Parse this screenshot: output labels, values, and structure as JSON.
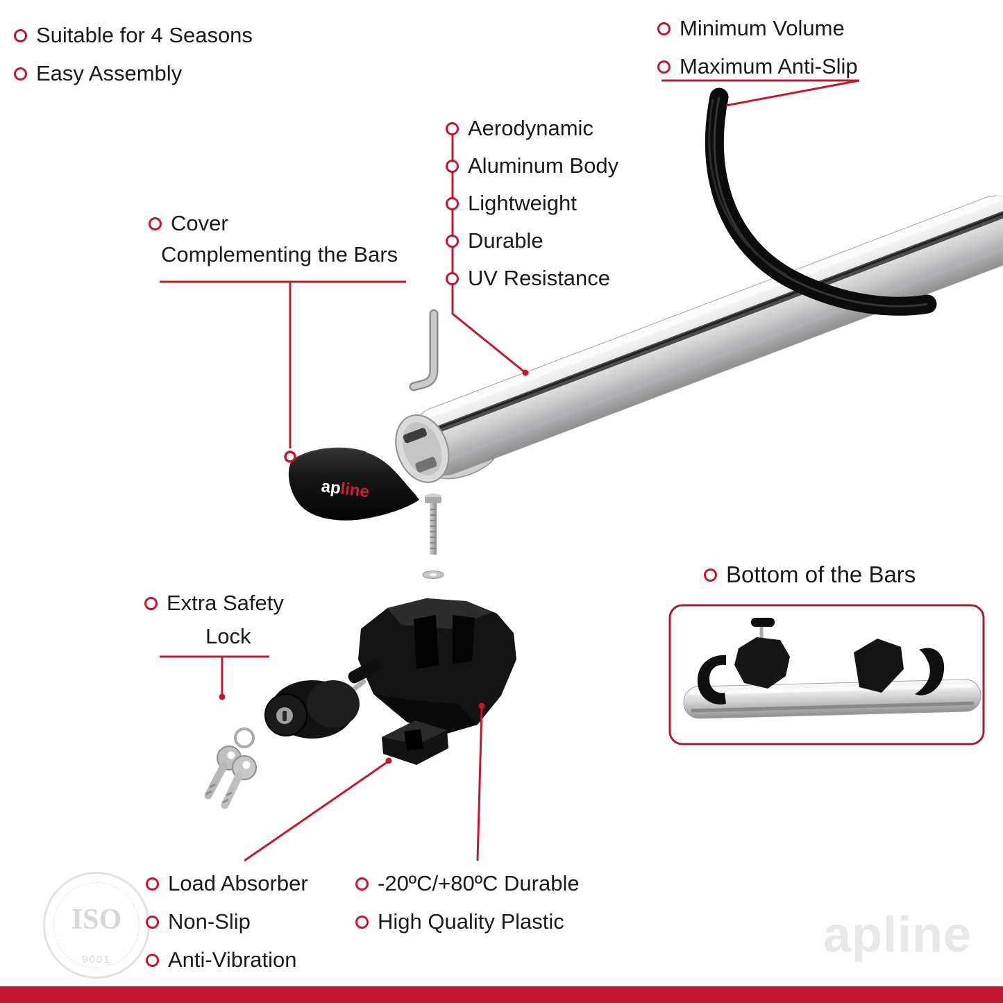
{
  "meta": {
    "accent": "#c3172f",
    "dark_red": "#a51e2d"
  },
  "topLeft": {
    "items": [
      "Suitable for 4 Seasons",
      "Easy Assembly"
    ]
  },
  "topRight": {
    "items": [
      "Minimum Volume",
      "Maximum Anti-Slip"
    ]
  },
  "features": {
    "items": [
      "Aerodynamic",
      "Aluminum Body",
      "Lightweight",
      "Durable",
      "UV Resistance"
    ]
  },
  "cover": {
    "line1": "Cover",
    "line2": "Complementing the Bars"
  },
  "safety": {
    "line1": "Extra Safety",
    "line2": "Lock"
  },
  "bottomBars": {
    "title": "Bottom of the Bars"
  },
  "bottomLeft": {
    "items": [
      "Load Absorber",
      "Non-Slip",
      "Anti-Vibration"
    ]
  },
  "bottomCenter": {
    "items": [
      "-20ºC/+80ºC Durable",
      "High Quality Plastic"
    ]
  },
  "branding": {
    "logoPrefix": "ap",
    "logoSuffix": "line",
    "watermark": "apline"
  },
  "iso": {
    "title": "ISO",
    "subtitle": "9001"
  }
}
